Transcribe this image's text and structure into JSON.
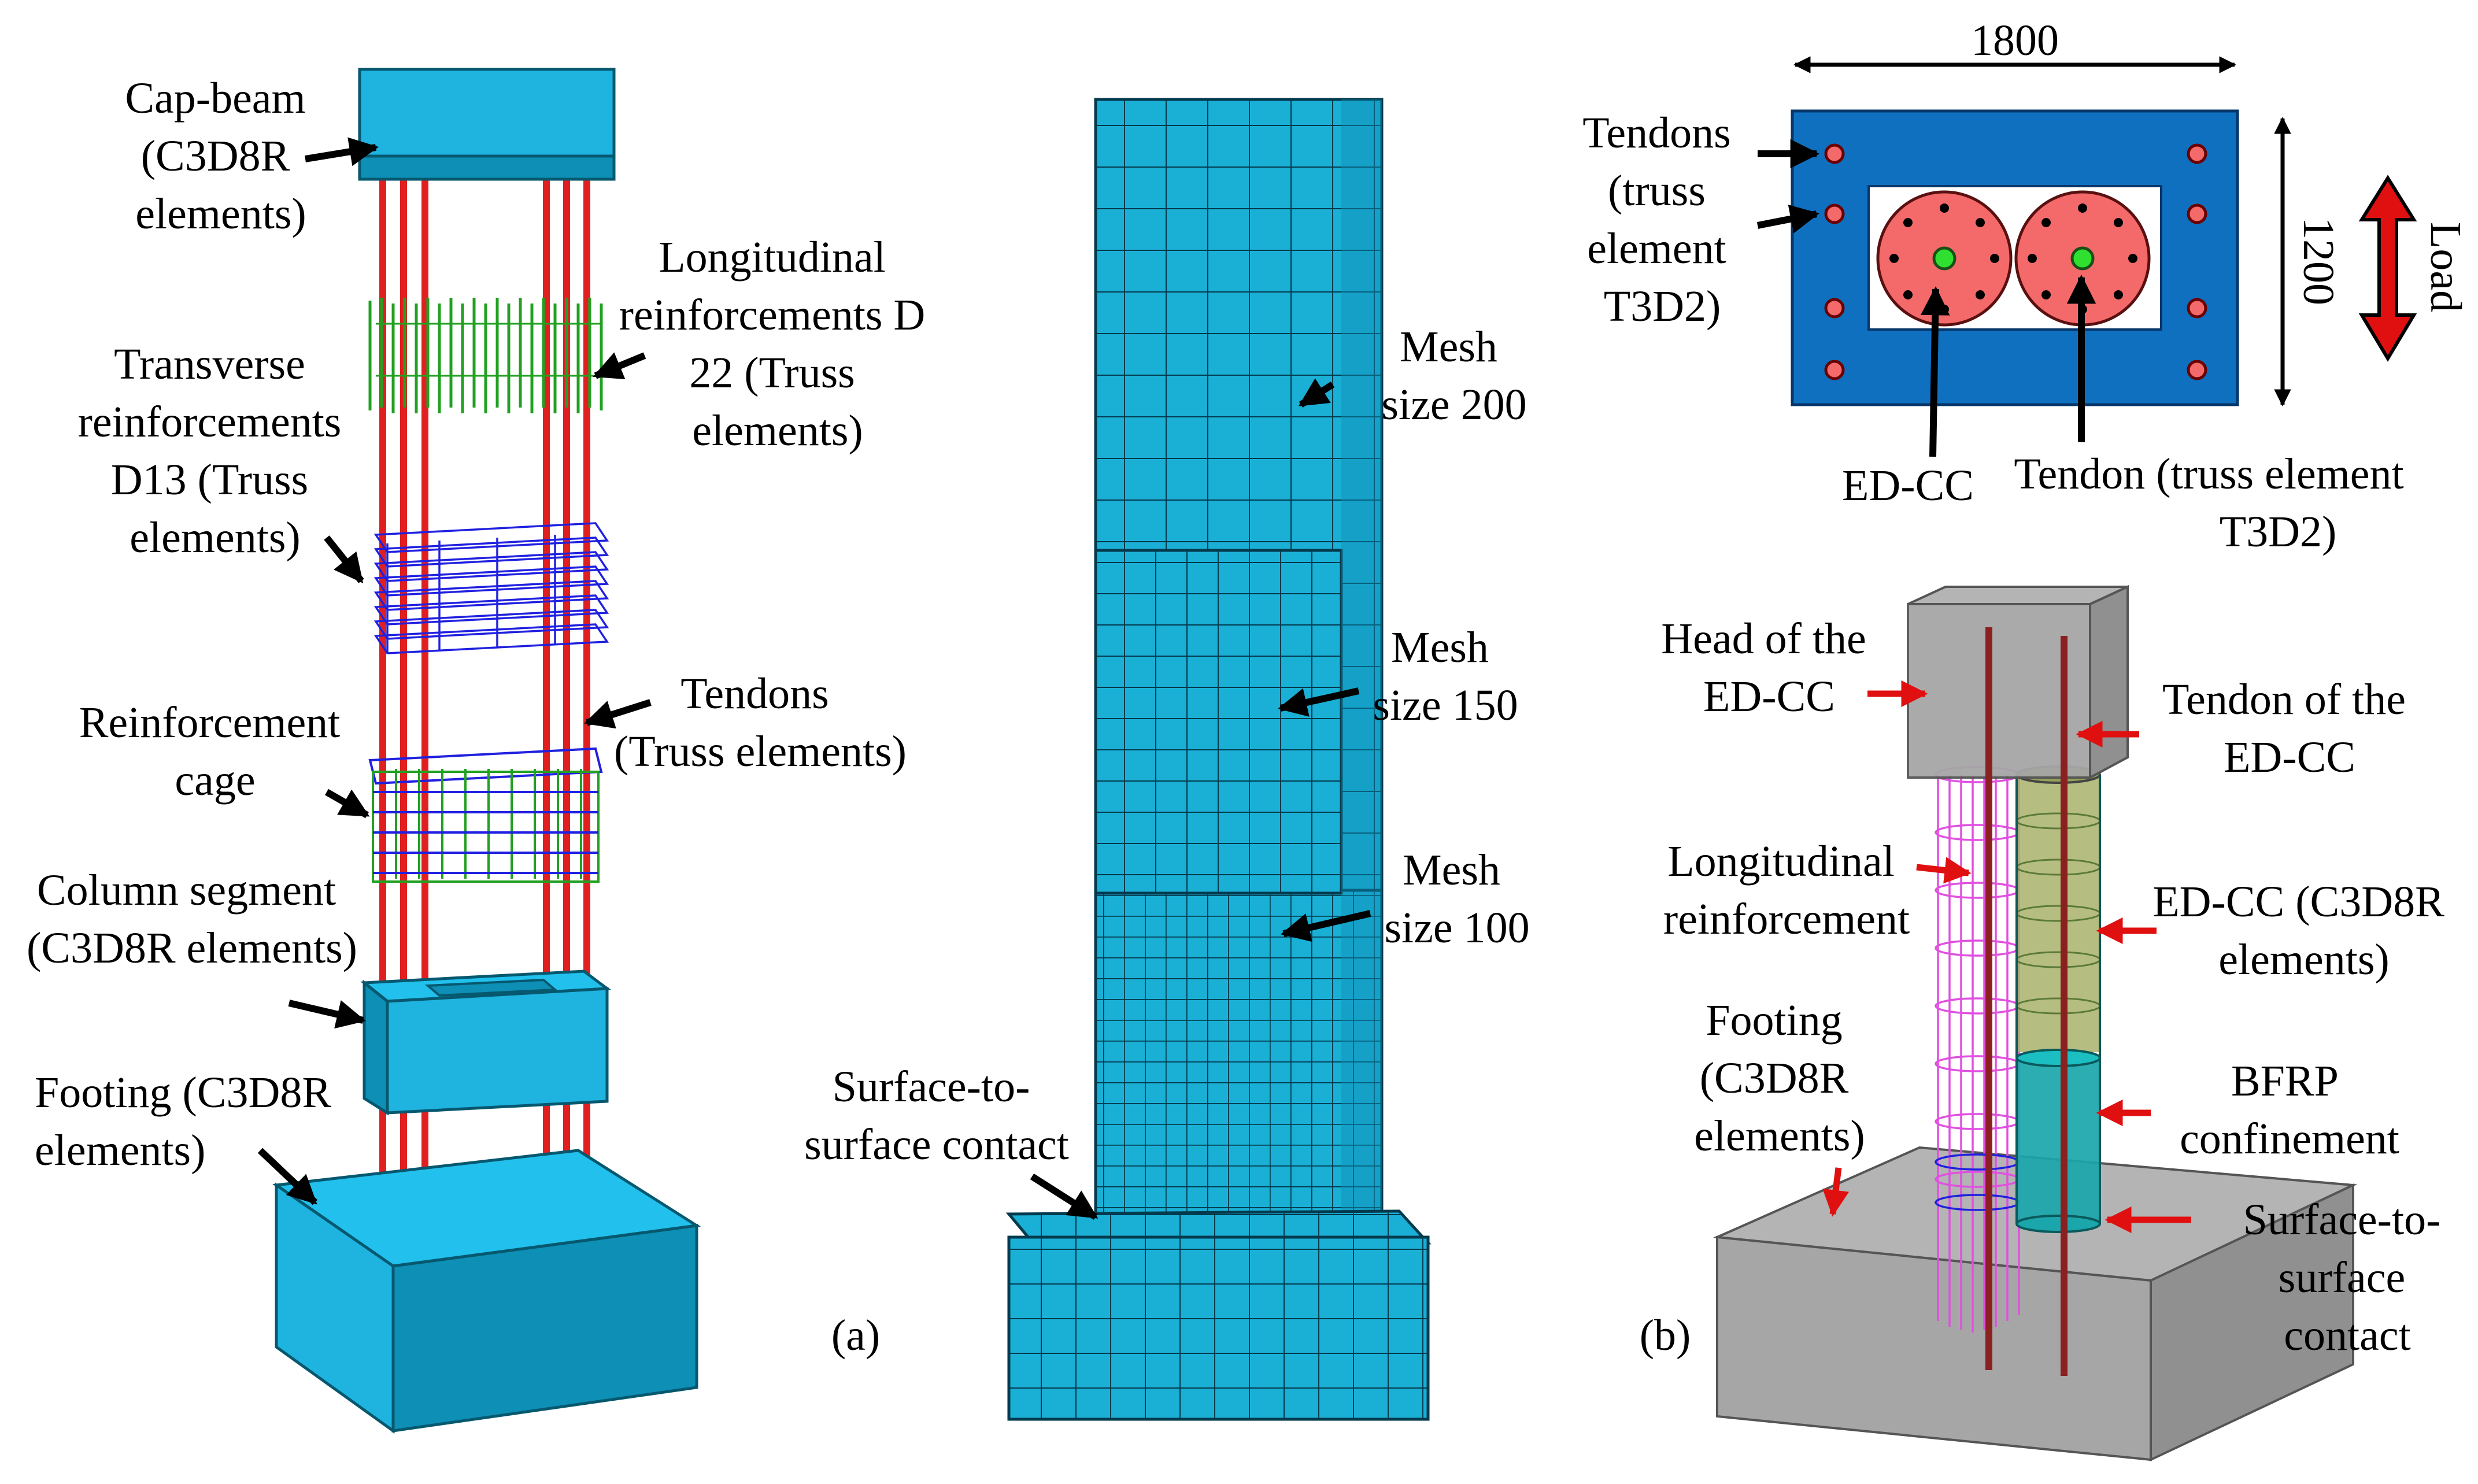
{
  "panel_a": {
    "labels": {
      "cap_beam": [
        "Cap-beam",
        "(C3D8R",
        "elements)"
      ],
      "longitudinal": [
        "Longitudinal",
        "reinforcements D",
        "22 (Truss",
        "elements)"
      ],
      "transverse": [
        "Transverse",
        "reinforcements",
        "D13 (Truss",
        "elements)"
      ],
      "tendons": [
        "Tendons",
        "(Truss elements)"
      ],
      "cage": [
        "Reinforcement",
        "cage"
      ],
      "column_segment": [
        "Column segment",
        "(C3D8R elements)"
      ],
      "footing": [
        "Footing (C3D8R",
        "elements)"
      ],
      "mesh_200": [
        "Mesh",
        "size 200"
      ],
      "mesh_150": [
        "Mesh",
        "size 150"
      ],
      "mesh_100": [
        "Mesh",
        "size 100"
      ],
      "contact": [
        "Surface-to-",
        "surface contact"
      ],
      "tag": "(a)"
    }
  },
  "panel_b": {
    "plan": {
      "width_dim": "1800",
      "height_dim": "1200",
      "load": "Load",
      "tendons": [
        "Tendons",
        "(truss",
        "element",
        "T3D2)"
      ],
      "edcc": "ED-CC",
      "tendon_elem": [
        "Tendon (truss element",
        "T3D2)"
      ]
    },
    "labels": {
      "head": [
        "Head of the",
        "ED-CC"
      ],
      "tendon_edcc": [
        "Tendon of the",
        "ED-CC"
      ],
      "long_reinf": [
        "Longitudinal",
        "reinforcement"
      ],
      "edcc_elem": [
        "ED-CC (C3D8R",
        "elements)"
      ],
      "footing": [
        "Footing",
        "(C3D8R",
        "elements)"
      ],
      "bfrp": [
        "BFRP",
        "confinement"
      ],
      "contact": [
        "Surface-to-",
        "surface",
        "contact"
      ],
      "tag": "(b)"
    }
  },
  "colors": {
    "block_face": "#1fb3e0",
    "block_side": "#0e8fb5",
    "block_top": "#22c0ec",
    "mesh_face": "#1ab0d6",
    "mesh_line": "#043a4d",
    "tendon": "#e02020",
    "long_bar": "#22a022",
    "stirrup": "#2020e0",
    "plan_blue": "#1070c0",
    "plan_pink": "#f46a6a",
    "gray_top": "#b4b4b4",
    "gray_side": "#909090",
    "gray_front": "#a6a6a6",
    "magenta": "#e050e0",
    "olive": "#a9b26a",
    "teal": "#1aa6aa",
    "dark_red_bar": "#8a2020",
    "red_arrow": "#e01010"
  }
}
